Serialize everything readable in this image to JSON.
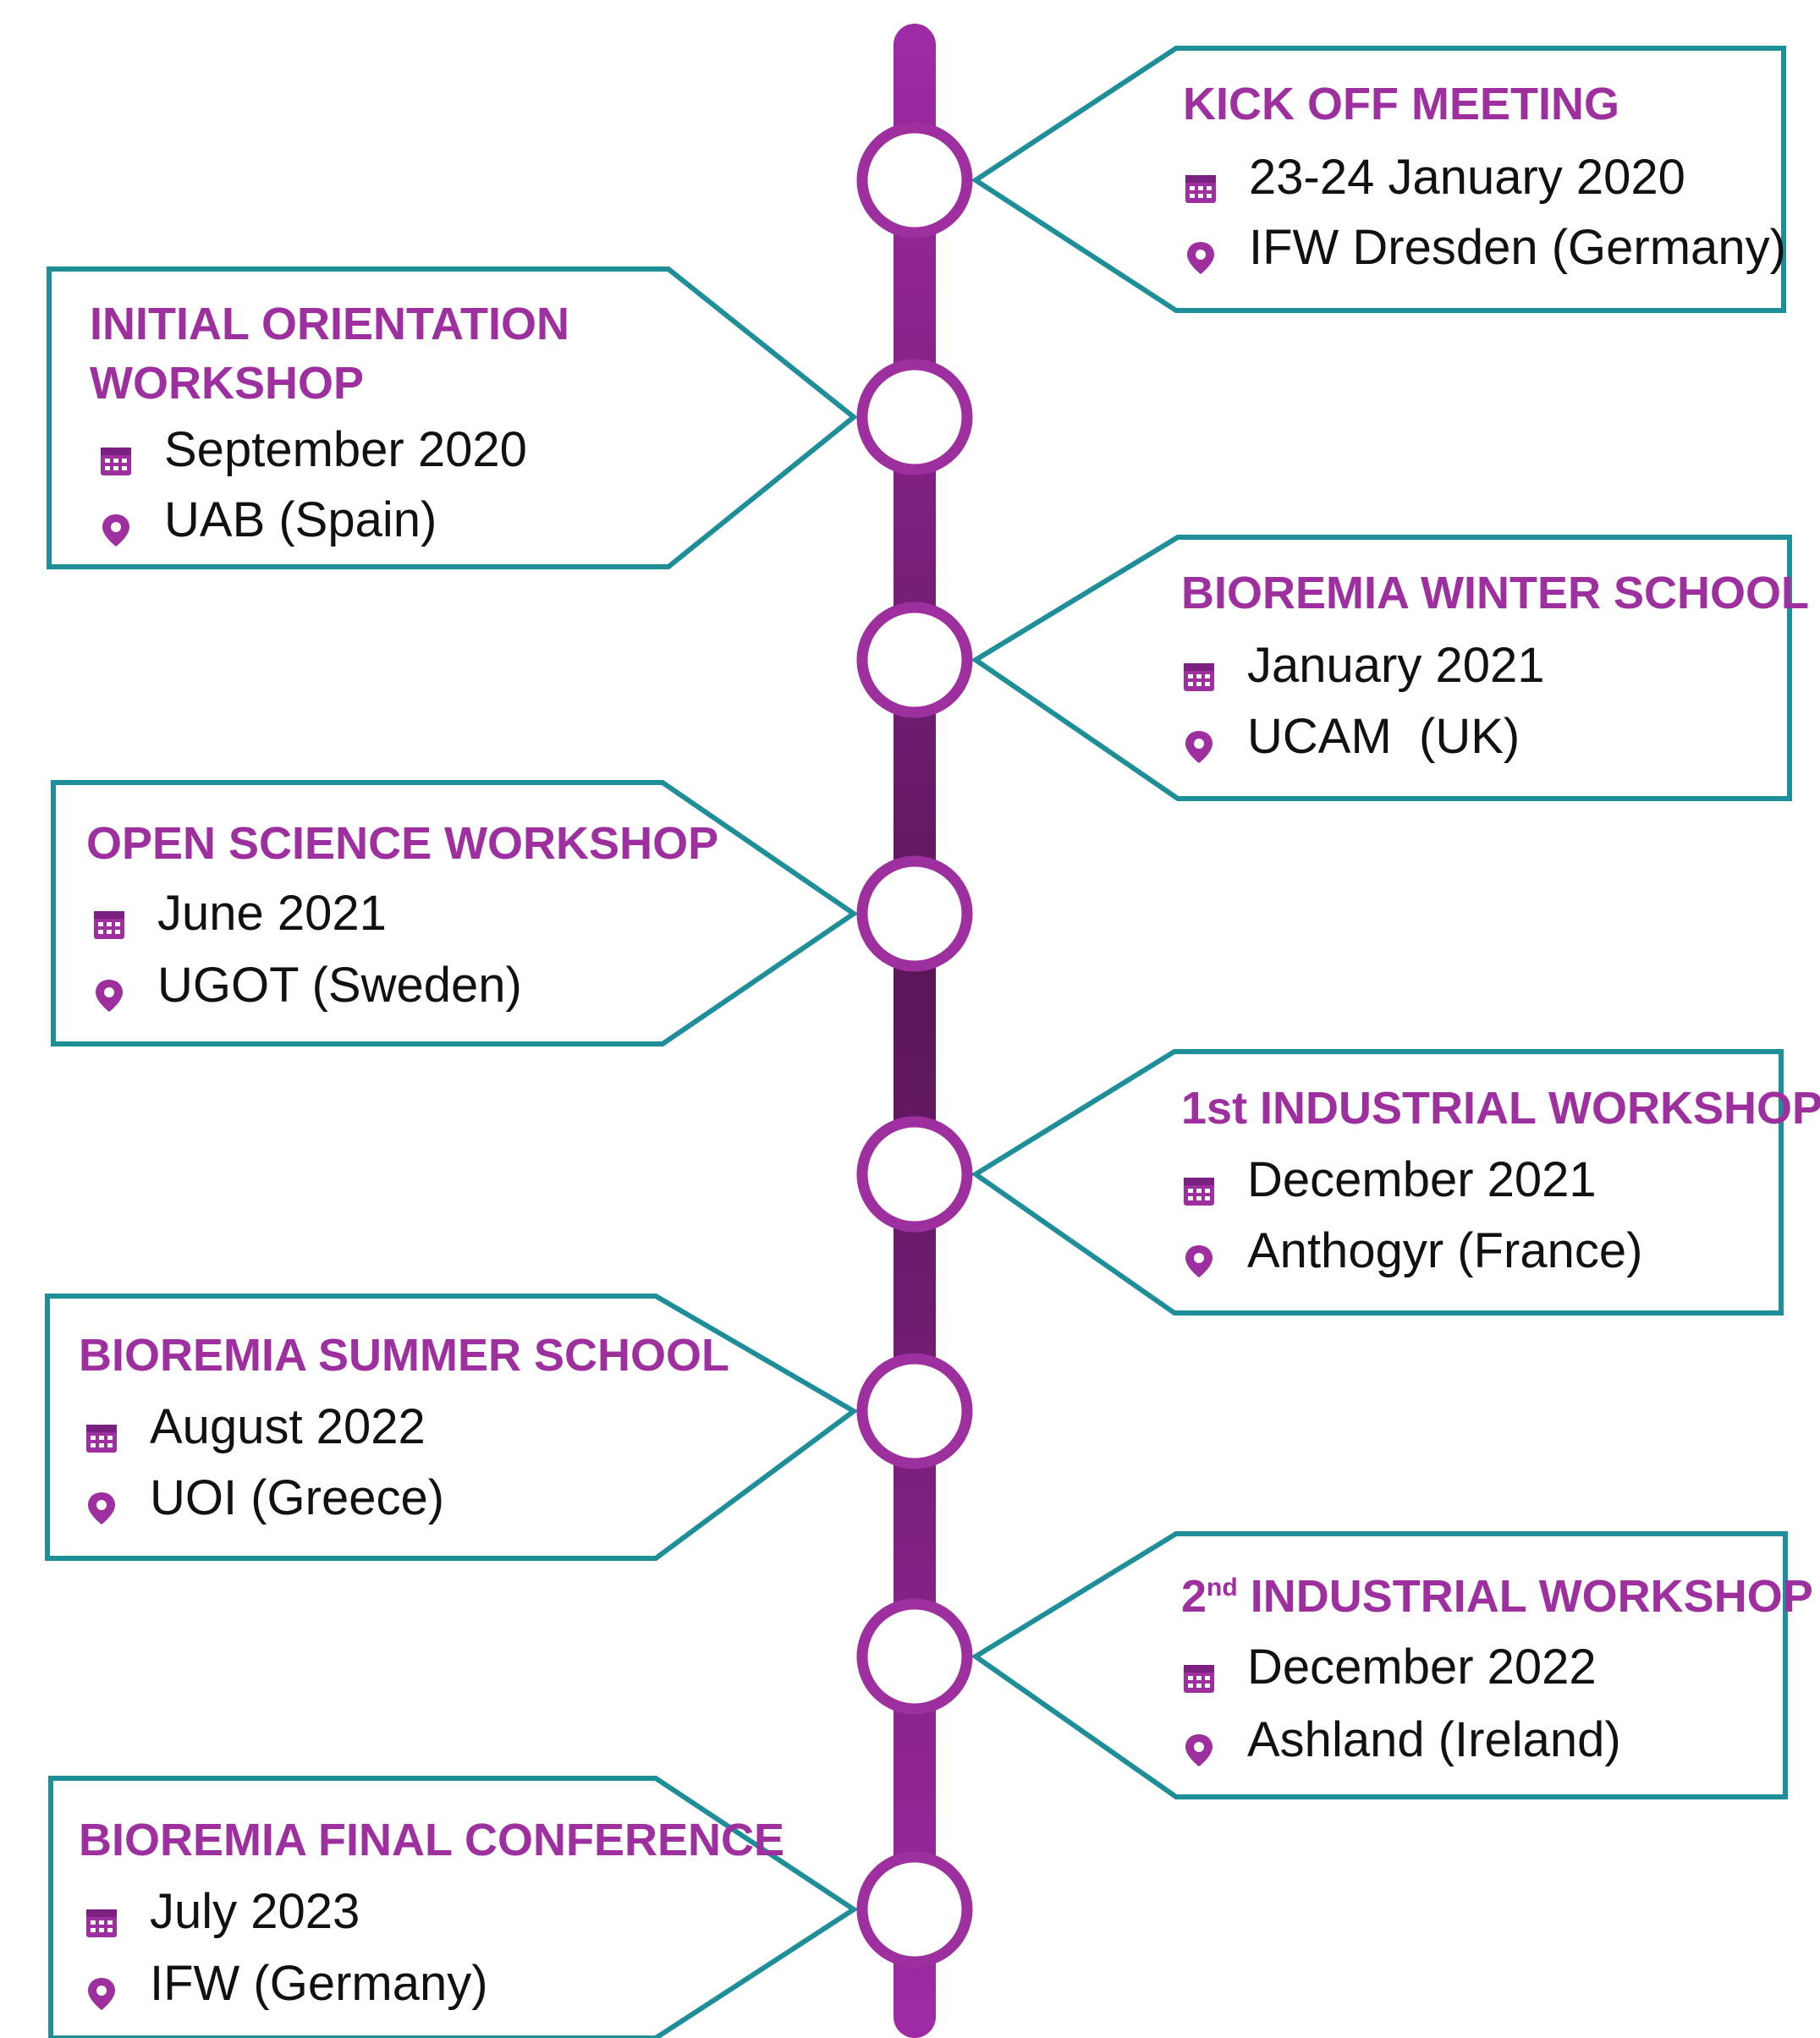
{
  "colors": {
    "accent": "#9d2f9e",
    "dark_accent": "#5a1658",
    "border": "#1e8f99",
    "text": "#111111"
  },
  "icons": {
    "date": "calendar-icon",
    "location": "location-pin-icon"
  },
  "events": [
    {
      "title": "KICK OFF MEETING",
      "title_sup": "",
      "title_rest": "",
      "date": "23-24 January 2020",
      "location": "IFW Dresden (Germany)",
      "side": "right"
    },
    {
      "title": "INITIAL ORIENTATION",
      "title_line2": "WORKSHOP",
      "title_sup": "",
      "title_rest": "",
      "date": "September 2020",
      "location": "UAB (Spain)",
      "side": "left"
    },
    {
      "title": "BIOREMIA WINTER SCHOOL",
      "title_sup": "",
      "title_rest": "",
      "date": "January 2021",
      "location": "UCAM  (UK)",
      "side": "right"
    },
    {
      "title": "OPEN SCIENCE WORKSHOP",
      "title_sup": "",
      "title_rest": "",
      "date": "June 2021",
      "location": "UGOT (Sweden)",
      "side": "left"
    },
    {
      "title": "1st INDUSTRIAL WORKSHOP",
      "title_sup": "",
      "title_rest": "",
      "date": "December 2021",
      "location": "Anthogyr (France)",
      "side": "right"
    },
    {
      "title": "BIOREMIA SUMMER SCHOOL",
      "title_sup": "",
      "title_rest": "",
      "date": "August 2022",
      "location": "UOI (Greece)",
      "side": "left"
    },
    {
      "title": "2",
      "title_sup": "nd",
      "title_rest": " INDUSTRIAL WORKSHOP",
      "date": "December 2022",
      "location": "Ashland (Ireland)",
      "side": "right"
    },
    {
      "title": "BIOREMIA FINAL CONFERENCE",
      "title_sup": "",
      "title_rest": "",
      "date": "July 2023",
      "location": "IFW (Germany)",
      "side": "left"
    }
  ]
}
